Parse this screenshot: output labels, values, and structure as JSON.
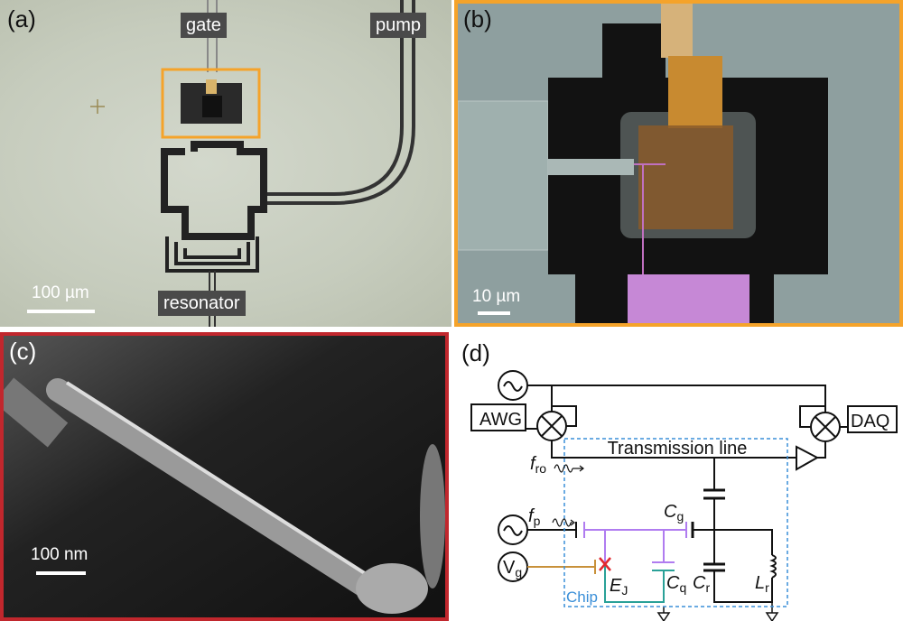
{
  "panels": {
    "a": {
      "label": "(a)",
      "tags": {
        "gate": "gate",
        "pump": "pump",
        "resonator": "resonator"
      },
      "scale_bar": "100 µm"
    },
    "b": {
      "label": "(b)",
      "scale_bar": "10 µm"
    },
    "c": {
      "label": "(c)",
      "scale_bar": "100 nm"
    },
    "d": {
      "label": "(d)",
      "awg": "AWG",
      "daq": "DAQ",
      "transmission_line": "Transmission line",
      "f_ro": {
        "main": "f",
        "sub": "ro"
      },
      "f_p": {
        "main": "f",
        "sub": "p"
      },
      "v_g": {
        "main": "V",
        "sub": "g"
      },
      "c_g": {
        "main": "C",
        "sub": "g"
      },
      "e_j": {
        "main": "E",
        "sub": "J"
      },
      "c_q": {
        "main": "C",
        "sub": "q"
      },
      "c_r": {
        "main": "C",
        "sub": "r"
      },
      "l_r": {
        "main": "L",
        "sub": "r"
      },
      "chip": "Chip"
    }
  },
  "colors": {
    "panel_b_border": "#f5a32a",
    "panel_c_border": "#c1272d",
    "qubit": "#b07cf0",
    "ground": "#2aa198",
    "gate": "#c8913a",
    "chip_box": "#3a8fd8",
    "junction": "#e0282f"
  }
}
